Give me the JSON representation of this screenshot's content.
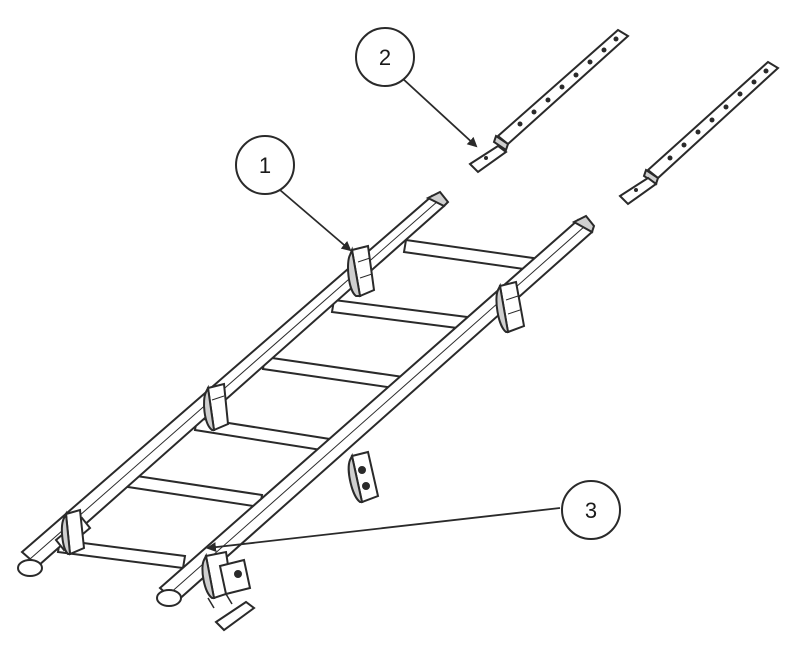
{
  "diagram": {
    "callouts": [
      {
        "id": "callout-1",
        "label": "1"
      },
      {
        "id": "callout-2",
        "label": "2"
      },
      {
        "id": "callout-3",
        "label": "3"
      }
    ],
    "colors": {
      "stroke": "#2a2a2a",
      "fill": "#ffffff",
      "shade": "#cfcfcf"
    }
  }
}
